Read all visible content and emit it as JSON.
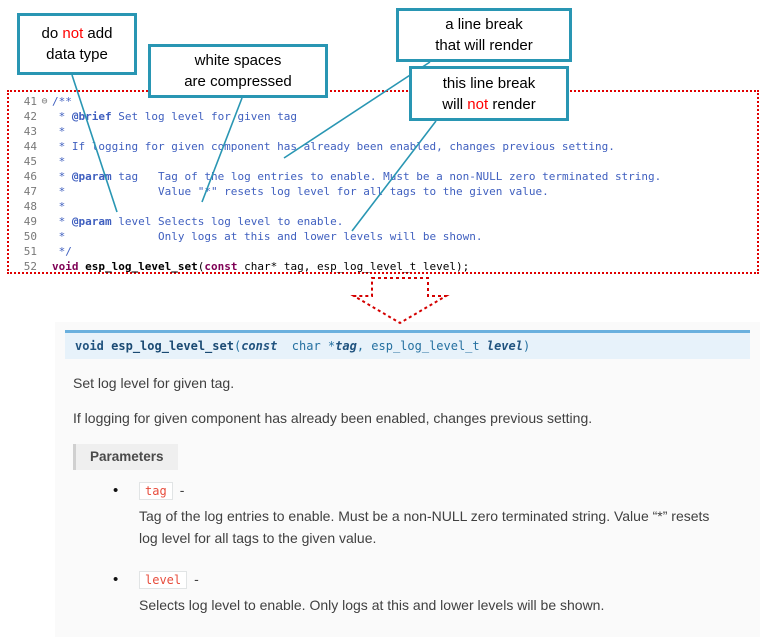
{
  "colors": {
    "callout_border": "#2996B3",
    "highlight_red": "#FF0000",
    "dotted_border_red": "#E00000",
    "arrow_red": "#D40000",
    "comment_blue": "#3F5FBF",
    "keyword_purple": "#7F0055",
    "doc_signature_bg": "#E7F2FA",
    "doc_signature_border": "#6AB0DE",
    "doc_blue": "#2980B9",
    "literal_red": "#E74C3C"
  },
  "callouts": {
    "c1": {
      "pre": "do ",
      "em": "not",
      "post": " add",
      "line2": "data type"
    },
    "c2": {
      "line1": "white spaces",
      "line2": "are  compressed"
    },
    "c3": {
      "line1": "a line break",
      "line2": "that will render"
    },
    "c4": {
      "line1": "this line break",
      "pre": "will ",
      "em": "not",
      "post": " render"
    }
  },
  "code": {
    "fold_icon": "⊖",
    "lines": [
      {
        "num": "41",
        "fold": true,
        "tokens": [
          {
            "t": "/**",
            "c": "cmt"
          }
        ]
      },
      {
        "num": "42",
        "tokens": [
          {
            "t": " * ",
            "c": "cmt"
          },
          {
            "t": "@brief",
            "c": "cmtb"
          },
          {
            "t": " Set log level for given tag",
            "c": "cmt"
          }
        ]
      },
      {
        "num": "43",
        "tokens": [
          {
            "t": " *",
            "c": "cmt"
          }
        ]
      },
      {
        "num": "44",
        "tokens": [
          {
            "t": " * If logging for given component has already been enabled, changes previous setting.",
            "c": "cmt"
          }
        ]
      },
      {
        "num": "45",
        "tokens": [
          {
            "t": " *",
            "c": "cmt"
          }
        ]
      },
      {
        "num": "46",
        "tokens": [
          {
            "t": " * ",
            "c": "cmt"
          },
          {
            "t": "@param",
            "c": "cmtb"
          },
          {
            "t": " tag   Tag of the log entries to enable. Must be a non-NULL zero terminated string.",
            "c": "cmt"
          }
        ]
      },
      {
        "num": "47",
        "tokens": [
          {
            "t": " *              Value \"*\" resets log level for all tags to the given value.",
            "c": "cmt"
          }
        ]
      },
      {
        "num": "48",
        "tokens": [
          {
            "t": " *",
            "c": "cmt"
          }
        ]
      },
      {
        "num": "49",
        "tokens": [
          {
            "t": " * ",
            "c": "cmt"
          },
          {
            "t": "@param",
            "c": "cmtb"
          },
          {
            "t": " level Selects log level to enable.",
            "c": "cmt"
          }
        ]
      },
      {
        "num": "50",
        "tokens": [
          {
            "t": " *              Only logs at this and lower levels will be shown.",
            "c": "cmt"
          }
        ]
      },
      {
        "num": "51",
        "tokens": [
          {
            "t": " */",
            "c": "cmt"
          }
        ]
      },
      {
        "num": "52",
        "tokens": [
          {
            "t": "void",
            "c": "kw"
          },
          {
            "t": " ",
            "c": "pl"
          },
          {
            "t": "esp_log_level_set",
            "c": "fn"
          },
          {
            "t": "(",
            "c": "pl"
          },
          {
            "t": "const",
            "c": "kw"
          },
          {
            "t": " char* tag, esp_log_level_t level);",
            "c": "pl"
          }
        ]
      }
    ]
  },
  "doc": {
    "signature": [
      {
        "t": "void",
        "c": "kw"
      },
      {
        "t": " ",
        "c": "pl"
      },
      {
        "t": "esp_log_level_set",
        "c": "fn"
      },
      {
        "t": "(",
        "c": "pl"
      },
      {
        "t": "const",
        "c": "kwit"
      },
      {
        "t": "  char *",
        "c": "pl"
      },
      {
        "t": "tag",
        "c": "prm"
      },
      {
        "t": ", ",
        "c": "pl"
      },
      {
        "t": "esp_log_level_t ",
        "c": "pl"
      },
      {
        "t": "level",
        "c": "prm"
      },
      {
        "t": ")",
        "c": "pl"
      }
    ],
    "paragraphs": [
      "Set log level for given tag.",
      "If logging for given component has already been enabled, changes previous setting."
    ],
    "parameters_label": "Parameters",
    "param_separator": "-",
    "params": [
      {
        "name": "tag",
        "desc": "Tag of the log entries to enable. Must be a non-NULL zero terminated string. Value “*” resets log level for all tags to the given value."
      },
      {
        "name": "level",
        "desc": "Selects log level to enable. Only logs at this and lower levels will be shown."
      }
    ]
  }
}
